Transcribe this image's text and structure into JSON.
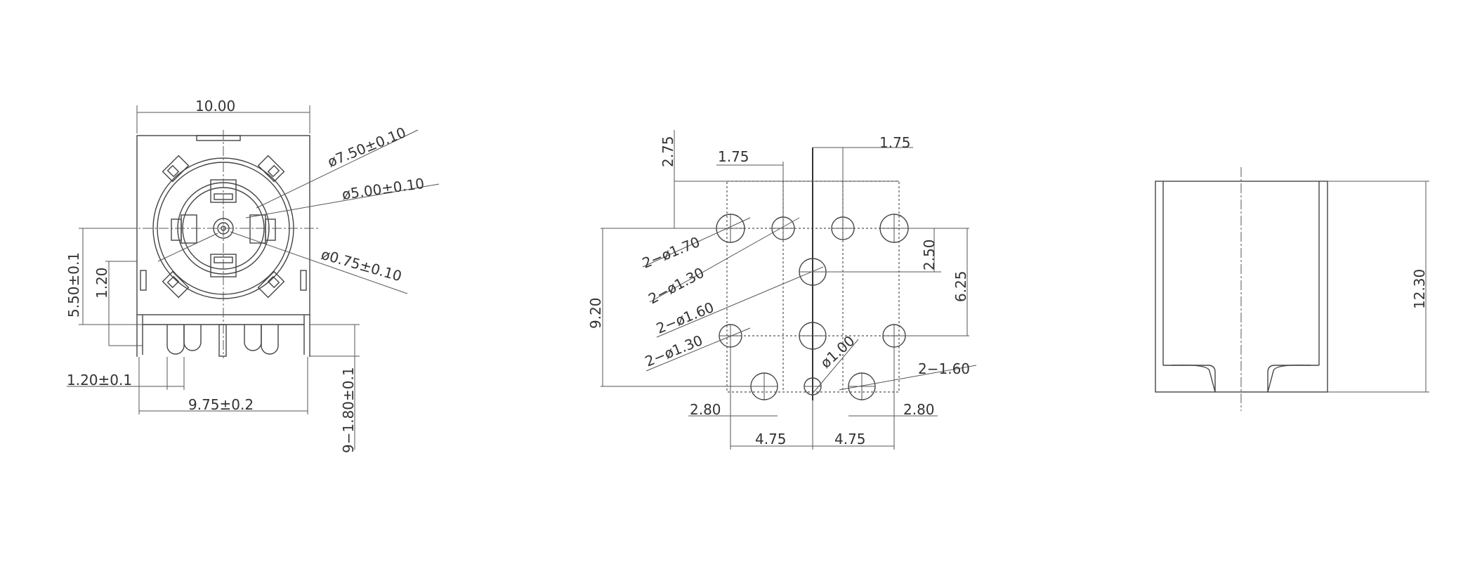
{
  "front_view": {
    "width_top": "10.00",
    "dia_outer": "ø7.50±0.10",
    "dia_mid": "ø5.00±0.10",
    "dia_pin": "ø0.75±0.10",
    "height_center": "5.50±0.1",
    "height_small": "1.20",
    "offset": "1.20±0.1",
    "width_bottom": "9.75±0.2",
    "pins": "9−1.80±0.1"
  },
  "pcb_layout": {
    "top_offset": "2.75",
    "pitch_left": "1.75",
    "pitch_right": "1.75",
    "hole_1": "2−ø1.70",
    "hole_2": "2−ø1.30",
    "hole_3": "2−ø1.60",
    "hole_4": "2−ø1.30",
    "hole_5": "ø1.00",
    "hole_6": "2−1.60",
    "height": "9.20",
    "right_a": "2.50",
    "right_b": "6.25",
    "bottom_left": "2.80",
    "bottom_right": "2.80",
    "half_left": "4.75",
    "half_right": "4.75"
  },
  "side_view": {
    "height": "12.30"
  }
}
